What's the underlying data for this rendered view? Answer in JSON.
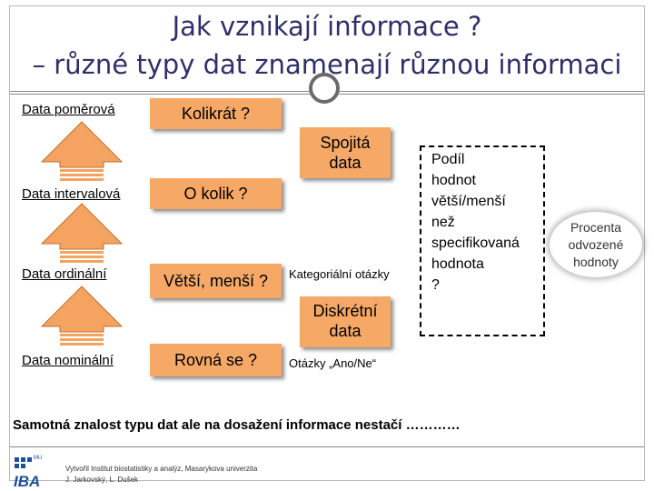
{
  "title": {
    "line1": "Jak vznikají informace ?",
    "line2": "– různé typy dat znamenají různou informaci"
  },
  "data_types": [
    {
      "label": "Data poměrová",
      "question": "Kolikrát ?"
    },
    {
      "label": "Data intervalová",
      "question": "O kolik ?"
    },
    {
      "label": "Data ordinální",
      "question": "Větší, menší ?"
    },
    {
      "label": "Data nominální",
      "question": "Rovná se ?"
    }
  ],
  "continuous": {
    "line1": "Spojitá",
    "line2": "data"
  },
  "discrete": {
    "line1": "Diskrétní",
    "line2": "data"
  },
  "categorical_questions": "Kategoriální otázky",
  "yesno_questions": "Otázky „Ano/Ne“",
  "proportion_lines": [
    "Podíl",
    "hodnot",
    "větší/menší",
    "než",
    "specifikovaná",
    "hodnota",
    "?"
  ],
  "percent_lines": [
    "Procenta",
    "odvozené",
    "hodnoty"
  ],
  "bottom_text": "Samotná znalost typu dat ale na dosažení informace nestačí …………",
  "footer": {
    "logo_text": "IBA",
    "logo_superscript": "MU",
    "credit_line1": "Vytvořil Institut biostatistiky a analýz, Masarykova univerzita",
    "credit_line2": "J. Jarkovský, L. Dušek"
  },
  "colors": {
    "title": "#2f2f6a",
    "box_fill": "#f6a867",
    "arrow_fill": "#f4a460",
    "logo": "#1f4e9a"
  },
  "icons": [
    "up-arrow-icon",
    "iba-logo-icon"
  ]
}
